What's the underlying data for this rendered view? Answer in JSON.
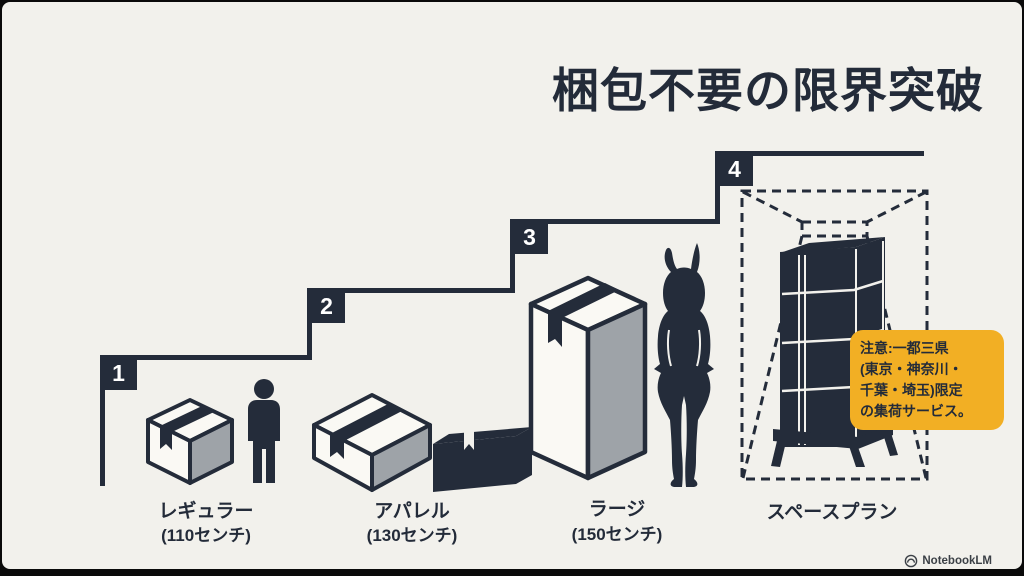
{
  "slide": {
    "title": "梱包不要の限界突破",
    "brand": "NotebookLM"
  },
  "tiers": [
    {
      "step": "1",
      "name": "レギュラー",
      "size": "(110センチ)"
    },
    {
      "step": "2",
      "name": "アパレル",
      "size": "(130センチ)"
    },
    {
      "step": "3",
      "name": "ラージ",
      "size": "(150センチ)"
    },
    {
      "step": "4",
      "name": "スペースプラン",
      "size": ""
    }
  ],
  "note": "注意:一都三県\n(東京・神奈川・\n千葉・埼玉)限定\nの集荷サービス。",
  "icons": [
    "stairs",
    "box-icon",
    "person-icon",
    "garment-box-icon",
    "bunny-figure-icon",
    "display-cabinet-icon",
    "notebooklm-logo-icon"
  ],
  "colors": {
    "background": "#F2F1EC",
    "ink": "#242C3A",
    "box_light_face": "#FAF9F4",
    "box_gray_face": "#9EA3A8",
    "note_background": "#F2AF24",
    "badge_text": "#FFFFFF"
  }
}
